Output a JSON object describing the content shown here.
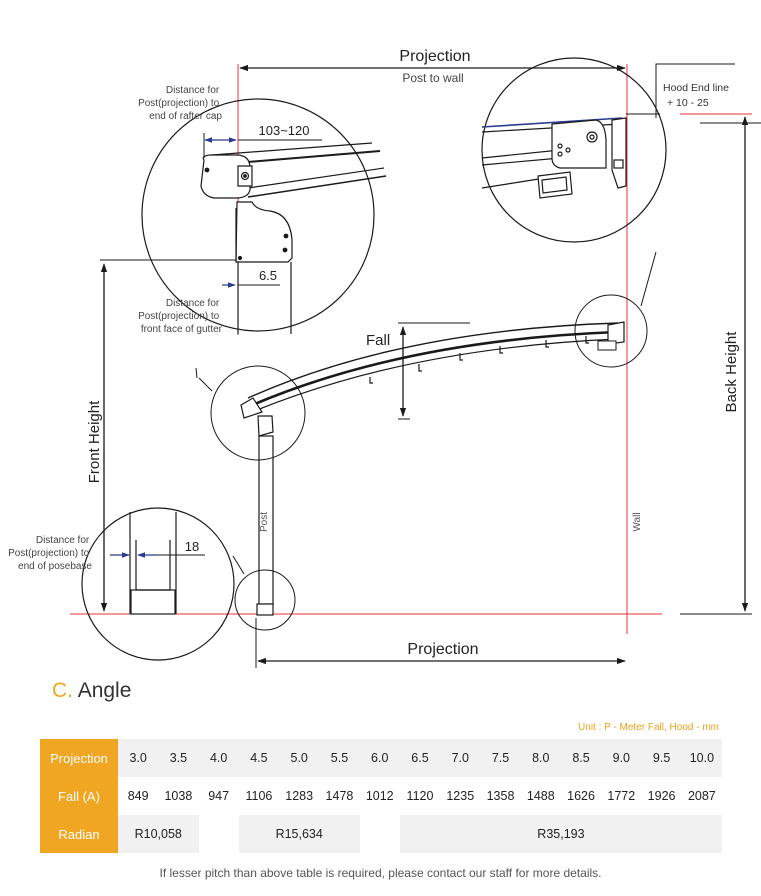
{
  "diagram": {
    "projection_top": "Projection",
    "post_to_wall": "Post to wall",
    "projection_bottom": "Projection",
    "hood_end_line": [
      "Hood End line",
      "+ 10 - 25"
    ],
    "rafter_cap_note": [
      "Distance for",
      "Post(projection) to",
      "end of rafter cap"
    ],
    "rafter_cap_value": "103~120",
    "gutter_note": [
      "Distance for",
      "Post(projection) to",
      "front face of gutter"
    ],
    "gutter_value": "6.5",
    "posebase_note": [
      "Distance for",
      "Post(projection) to",
      "end of posebase"
    ],
    "posebase_value": "18",
    "fall": "Fall",
    "front_height": "Front Height",
    "back_height": "Back Height",
    "post": "Post",
    "wall": "Wall",
    "colors": {
      "guide_red": "#e8323c",
      "dimension_blue": "#2b3b8f",
      "line": "#1a1a1a"
    }
  },
  "section": {
    "letter": "C.",
    "title": "Angle"
  },
  "unit_note": "Unit : P - Meter Fall, Hood - mm",
  "table": {
    "headers": {
      "projection": "Projection",
      "fall": "Fall (A)",
      "radian": "Radian"
    },
    "projection": [
      "3.0",
      "3.5",
      "4.0",
      "4.5",
      "5.0",
      "5.5",
      "6.0",
      "6.5",
      "7.0",
      "7.5",
      "8.0",
      "8.5",
      "9.0",
      "9.5",
      "10.0"
    ],
    "fall": [
      "849",
      "1038",
      "947",
      "1106",
      "1283",
      "1478",
      "1012",
      "1120",
      "1235",
      "1358",
      "1488",
      "1626",
      "1772",
      "1926",
      "2087"
    ],
    "radian": [
      "R10,058",
      "R15,634",
      "R35,193"
    ],
    "accent": "#f0a623"
  },
  "footer_note": "If lesser pitch than above table is required, please contact our staff for more details."
}
